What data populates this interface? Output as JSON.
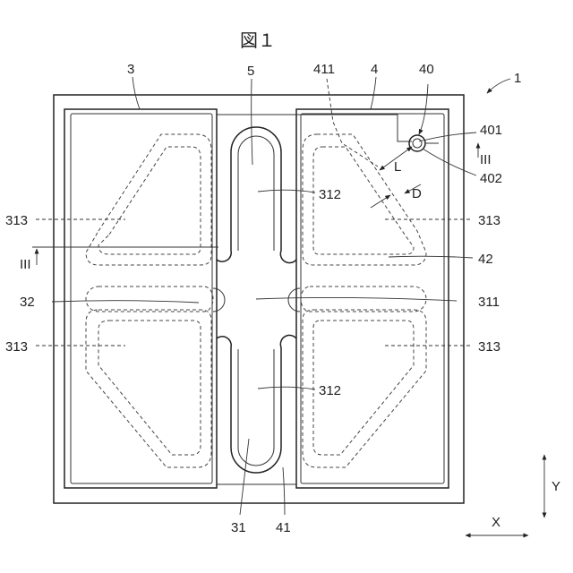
{
  "figure": {
    "title": "図１",
    "labels": {
      "device": "1",
      "frame": "3",
      "cover": "4",
      "groove": "5",
      "port": "40",
      "port_inner": "401",
      "port_outer": "402",
      "seal_line": "411",
      "pad_right": "42",
      "center": "311",
      "arm_top": "312",
      "arm_bottom": "312",
      "lobe_tl": "313",
      "lobe_tr": "313",
      "lobe_bl": "313",
      "lobe_br": "313",
      "pad_left": "32",
      "bottom_left": "31",
      "bottom_right": "41",
      "dim_L": "L",
      "dim_D": "D",
      "section_left": "III",
      "section_right": "III",
      "axis_x": "X",
      "axis_y": "Y"
    }
  }
}
